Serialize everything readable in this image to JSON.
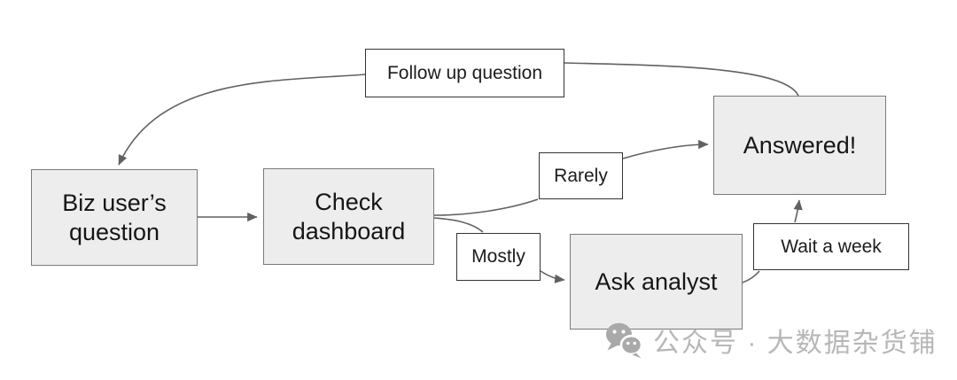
{
  "diagram": {
    "type": "flowchart",
    "background": "#ffffff",
    "nodes": [
      {
        "id": "biz-users-question",
        "label": "Biz user’s question"
      },
      {
        "id": "check-dashboard",
        "label": "Check dashboard"
      },
      {
        "id": "answered",
        "label": "Answered!"
      },
      {
        "id": "ask-analyst",
        "label": "Ask analyst"
      }
    ],
    "edge_labels": [
      {
        "id": "follow-up-question",
        "label": "Follow up question"
      },
      {
        "id": "rarely",
        "label": "Rarely"
      },
      {
        "id": "mostly",
        "label": "Mostly"
      },
      {
        "id": "wait-a-week",
        "label": "Wait a week"
      }
    ],
    "edges": [
      {
        "from": "biz-users-question",
        "to": "check-dashboard",
        "label": ""
      },
      {
        "from": "check-dashboard",
        "to": "answered",
        "label": "Rarely"
      },
      {
        "from": "check-dashboard",
        "to": "ask-analyst",
        "label": "Mostly"
      },
      {
        "from": "ask-analyst",
        "to": "answered",
        "label": "Wait a week"
      },
      {
        "from": "answered",
        "to": "biz-users-question",
        "label": "Follow up question"
      }
    ],
    "colors": {
      "node_fill": "#ededed",
      "node_border": "#7a7a7a",
      "label_fill": "#ffffff",
      "label_border": "#333333",
      "connector": "#616161",
      "text": "#161616"
    }
  },
  "watermark": {
    "icon": "wechat-icon",
    "text": "公众号 · 大数据杂货铺",
    "color": "#b7b7b7"
  }
}
